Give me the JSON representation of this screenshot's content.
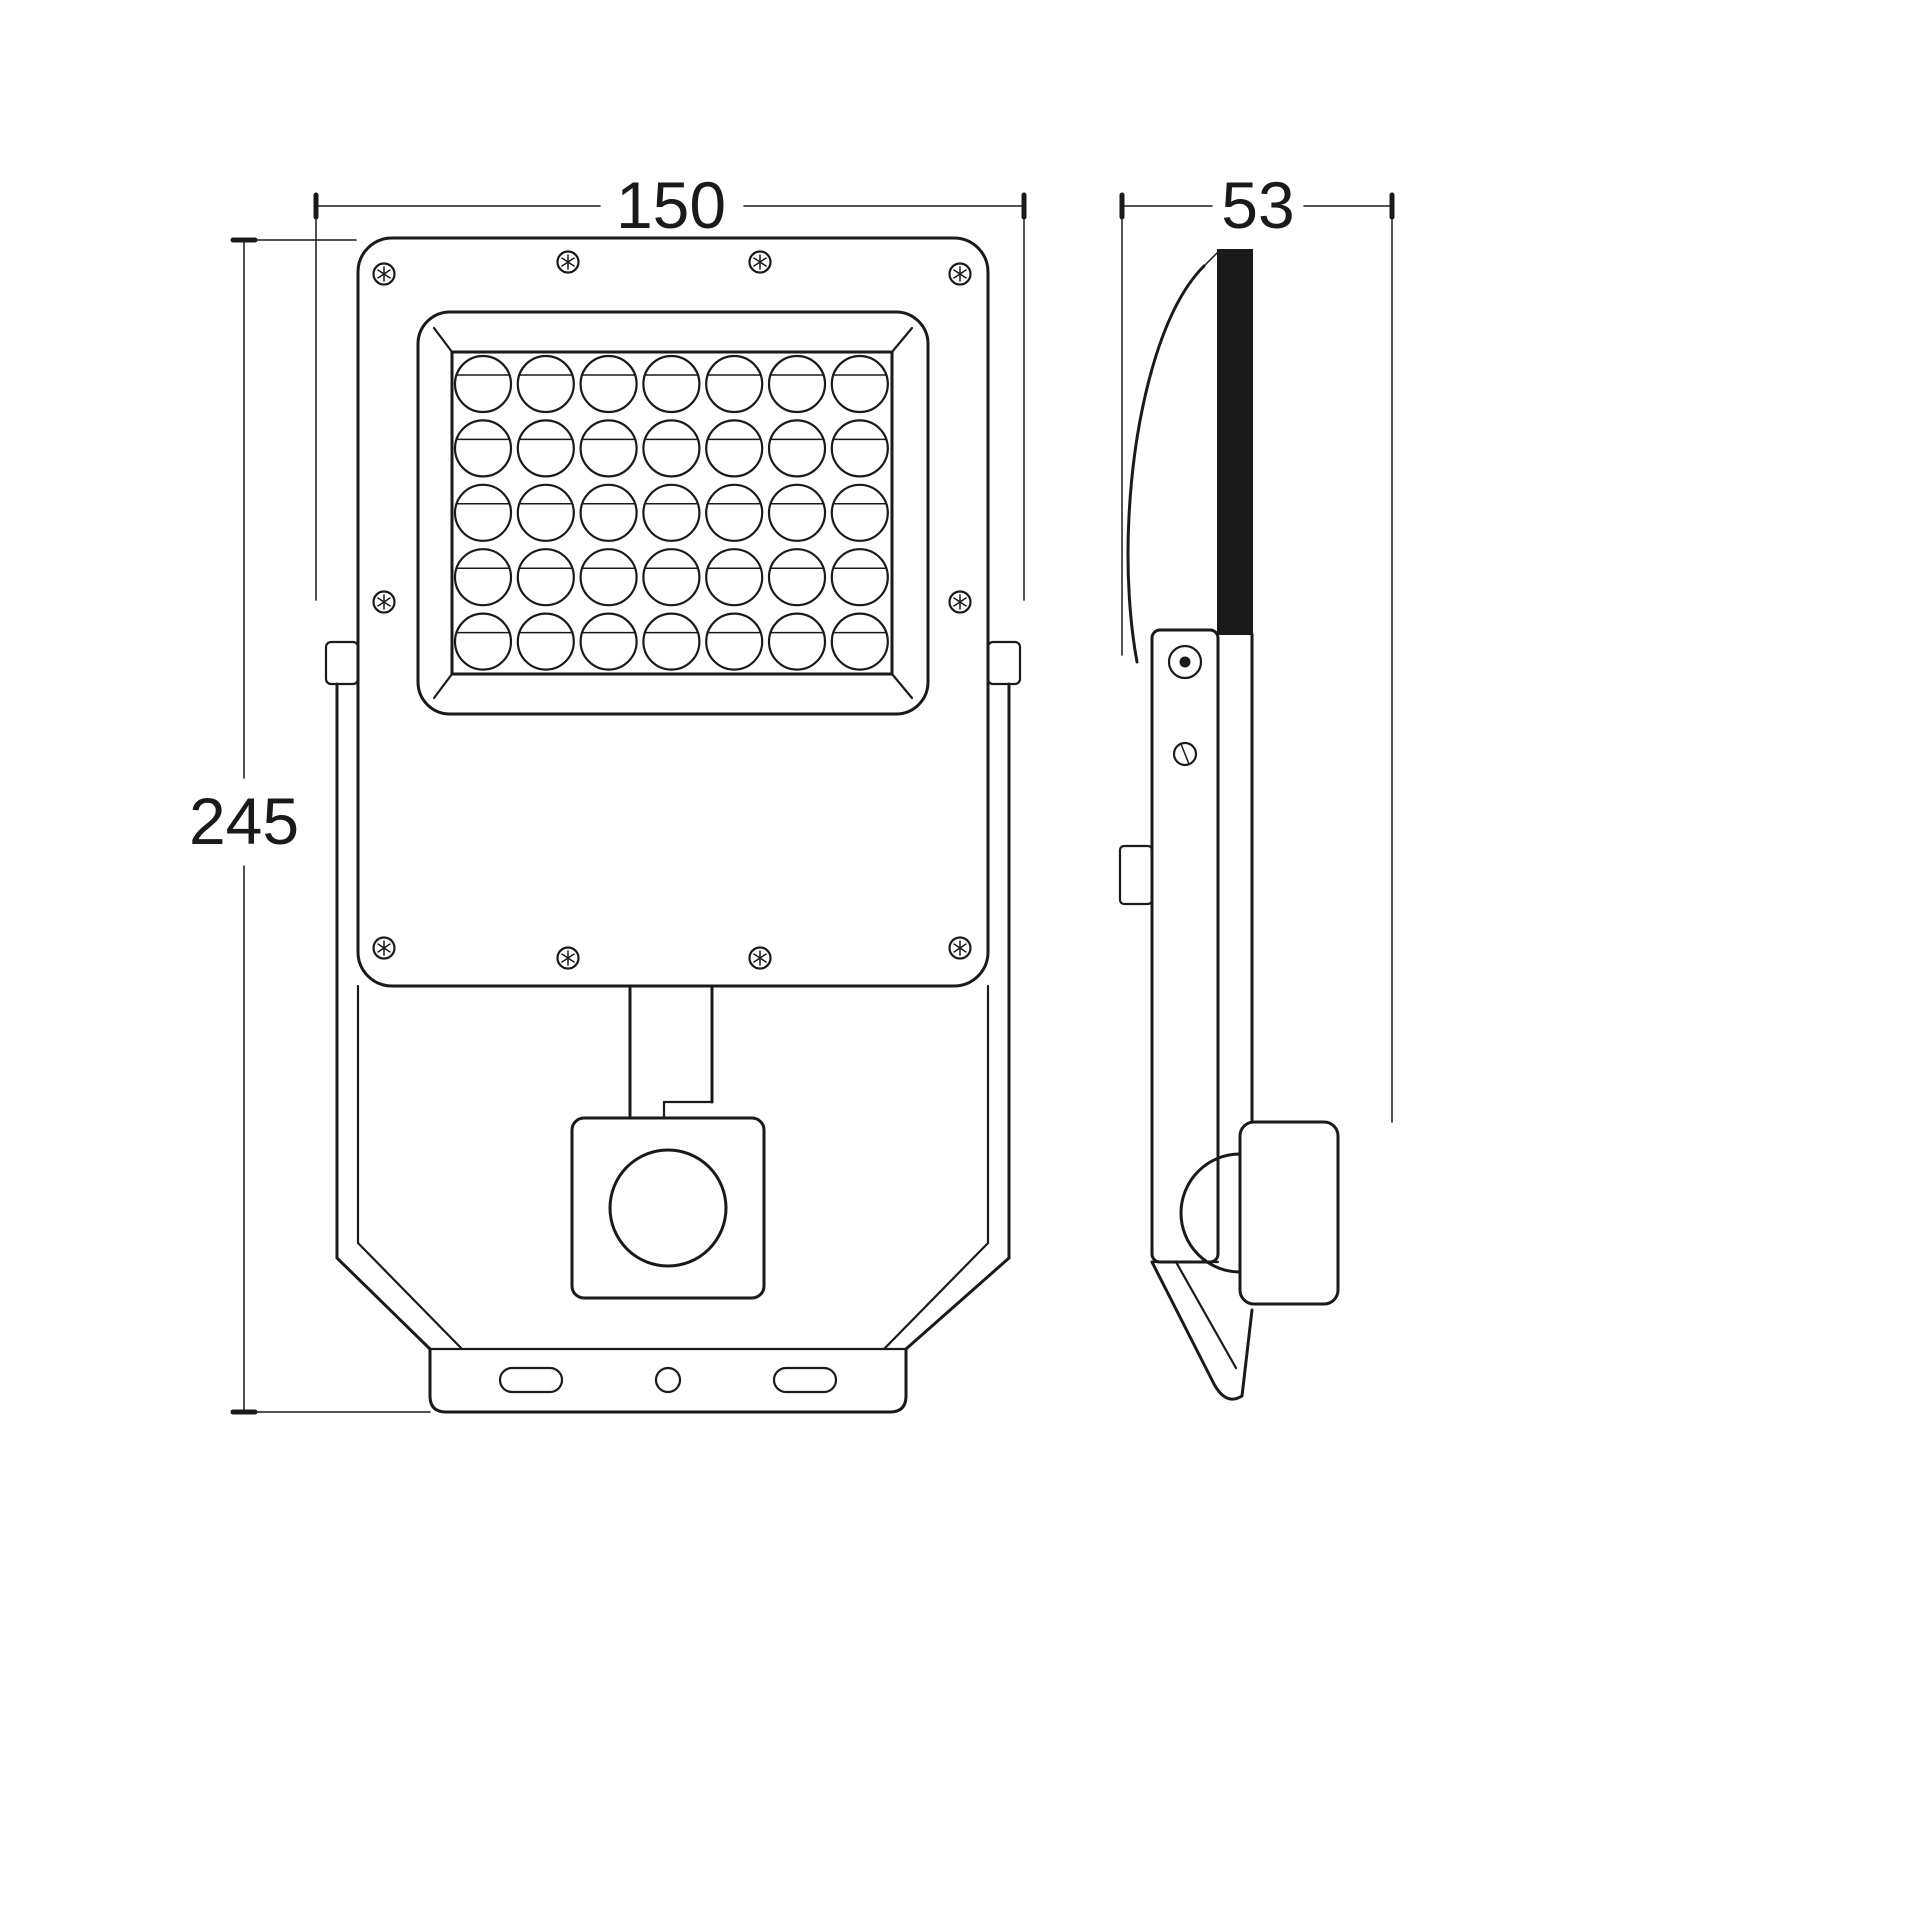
{
  "diagram": {
    "type": "technical-drawing",
    "subject": "floodlight-with-pir-sensor",
    "background_color": "#ffffff",
    "line_color": "#1a1a1a",
    "lens_bar_fill": "#1a1a1a"
  },
  "dimensions": {
    "front_width": "150",
    "front_height": "245",
    "side_depth": "53"
  },
  "led_grid": {
    "rows": 5,
    "cols": 7
  }
}
